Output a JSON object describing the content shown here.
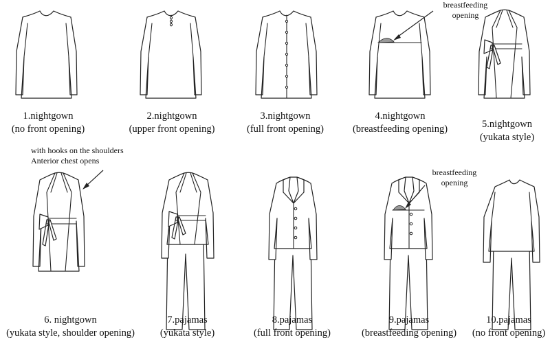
{
  "items": [
    {
      "name": "1.nightgown",
      "desc": "(no front opening)"
    },
    {
      "name": "2.nightgown",
      "desc": "(upper front opening)"
    },
    {
      "name": "3.nightgown",
      "desc": "(full front opening)"
    },
    {
      "name": "4.nightgown",
      "desc": "(breastfeeding  opening)"
    },
    {
      "name": "5.nightgown",
      "desc": "(yukata style)"
    },
    {
      "name": "6. nightgown",
      "desc": "(yukata style, shoulder opening)"
    },
    {
      "name": "7.pajamas",
      "desc": "(yukata style)"
    },
    {
      "name": "8.pajamas",
      "desc": "(full front opening)"
    },
    {
      "name": "9.pajamas",
      "desc": "(breastfeeding opening)"
    },
    {
      "name": "10.pajamas",
      "desc": "(no front opening)"
    }
  ],
  "notes": {
    "item4_a": "breastfeeding",
    "item4_b": "opening",
    "item6_a": "with hooks on the shoulders",
    "item6_b": "Anterior chest opens",
    "item9_a": "breastfeeding",
    "item9_b": "opening"
  },
  "colors": {
    "line": "#222222",
    "opening_fill": "#999999"
  }
}
